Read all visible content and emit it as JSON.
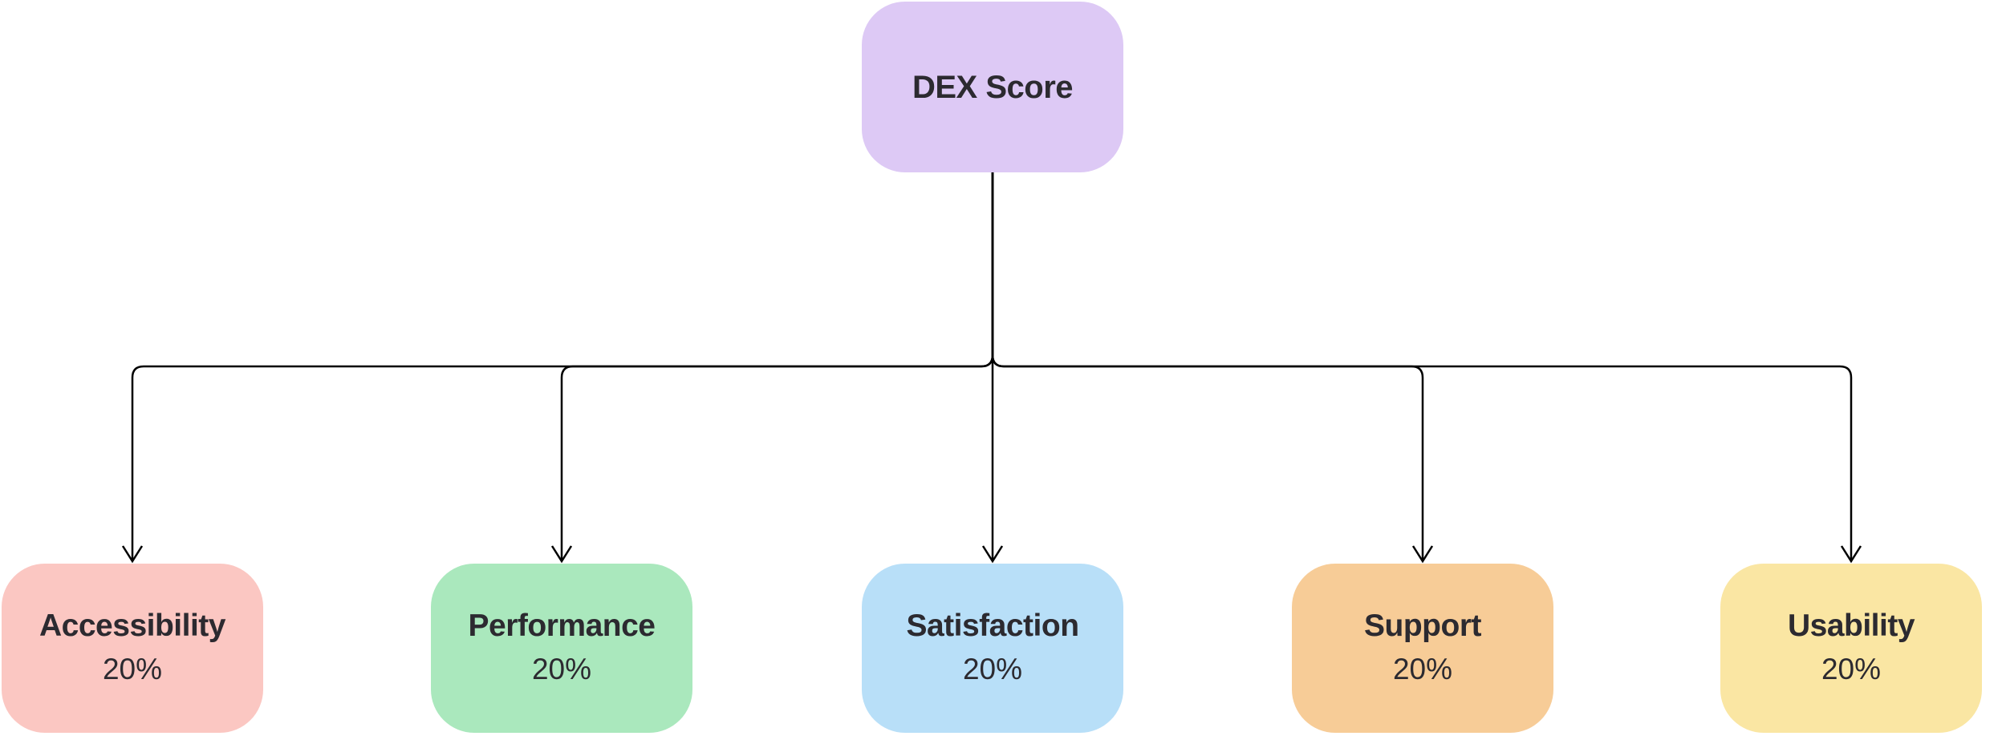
{
  "canvas": {
    "background": "#ffffff",
    "line_color": "#000000"
  },
  "root": {
    "label": "DEX Score",
    "fill": "#ddc9f5",
    "text_color": "#2c2a30"
  },
  "children": [
    {
      "label": "Accessibility",
      "weight": "20%",
      "fill": "#fbc7c2"
    },
    {
      "label": "Performance",
      "weight": "20%",
      "fill": "#aae8bd"
    },
    {
      "label": "Satisfaction",
      "weight": "20%",
      "fill": "#b8dff8"
    },
    {
      "label": "Support",
      "weight": "20%",
      "fill": "#f7cc97"
    },
    {
      "label": "Usability",
      "weight": "20%",
      "fill": "#fae6a3"
    }
  ]
}
